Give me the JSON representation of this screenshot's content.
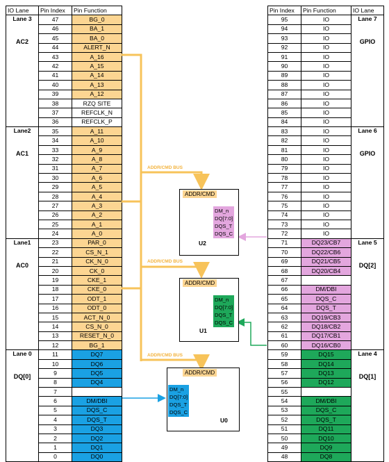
{
  "left_table": {
    "headers": {
      "lane": "IO Lane",
      "index": "Pin Index",
      "function": "Pin Function"
    },
    "lanes": [
      {
        "name": "Lane 3",
        "group": "AC2",
        "rows": 12
      },
      {
        "name": "Lane2",
        "group": "AC1",
        "rows": 12
      },
      {
        "name": "Lane1",
        "group": "AC0",
        "rows": 12
      },
      {
        "name": "Lane 0",
        "group": "DQ[0]",
        "rows": 12
      }
    ],
    "pins": [
      {
        "index": "47",
        "func": "BG_0",
        "color": "addr"
      },
      {
        "index": "46",
        "func": "BA_1",
        "color": "addr"
      },
      {
        "index": "45",
        "func": "BA_0",
        "color": "addr"
      },
      {
        "index": "44",
        "func": "ALERT_N",
        "color": "addr"
      },
      {
        "index": "43",
        "func": "A_16",
        "color": "addr"
      },
      {
        "index": "42",
        "func": "A_15",
        "color": "addr"
      },
      {
        "index": "41",
        "func": "A_14",
        "color": "addr"
      },
      {
        "index": "40",
        "func": "A_13",
        "color": "addr"
      },
      {
        "index": "39",
        "func": "A_12",
        "color": "addr"
      },
      {
        "index": "38",
        "func": "RZQ SITE",
        "color": "none"
      },
      {
        "index": "37",
        "func": "REFCLK_N",
        "color": "none"
      },
      {
        "index": "36",
        "func": "REFCLK_P",
        "color": "none"
      },
      {
        "index": "35",
        "func": "A_11",
        "color": "addr"
      },
      {
        "index": "34",
        "func": "A_10",
        "color": "addr"
      },
      {
        "index": "33",
        "func": "A_9",
        "color": "addr"
      },
      {
        "index": "32",
        "func": "A_8",
        "color": "addr"
      },
      {
        "index": "31",
        "func": "A_7",
        "color": "addr"
      },
      {
        "index": "30",
        "func": "A_6",
        "color": "addr"
      },
      {
        "index": "29",
        "func": "A_5",
        "color": "addr"
      },
      {
        "index": "28",
        "func": "A_4",
        "color": "addr"
      },
      {
        "index": "27",
        "func": "A_3",
        "color": "addr"
      },
      {
        "index": "26",
        "func": "A_2",
        "color": "addr"
      },
      {
        "index": "25",
        "func": "A_1",
        "color": "addr"
      },
      {
        "index": "24",
        "func": "A_0",
        "color": "addr"
      },
      {
        "index": "23",
        "func": "PAR_0",
        "color": "addr"
      },
      {
        "index": "22",
        "func": "CS_N_1",
        "color": "addr"
      },
      {
        "index": "21",
        "func": "CK_N_0",
        "color": "addr"
      },
      {
        "index": "20",
        "func": "CK_0",
        "color": "addr"
      },
      {
        "index": "19",
        "func": "CKE_1",
        "color": "addr"
      },
      {
        "index": "18",
        "func": "CKE_0",
        "color": "addr"
      },
      {
        "index": "17",
        "func": "ODT_1",
        "color": "addr"
      },
      {
        "index": "16",
        "func": "ODT_0",
        "color": "addr"
      },
      {
        "index": "15",
        "func": "ACT_N_0",
        "color": "addr"
      },
      {
        "index": "14",
        "func": "CS_N_0",
        "color": "addr"
      },
      {
        "index": "13",
        "func": "RESET_N_0",
        "color": "addr"
      },
      {
        "index": "12",
        "func": "BG_1",
        "color": "addr"
      },
      {
        "index": "11",
        "func": "DQ7",
        "color": "ddq"
      },
      {
        "index": "10",
        "func": "DQ6",
        "color": "ddq"
      },
      {
        "index": "9",
        "func": "DQ5",
        "color": "ddq"
      },
      {
        "index": "8",
        "func": "DQ4",
        "color": "ddq"
      },
      {
        "index": "7",
        "func": "",
        "color": "none"
      },
      {
        "index": "6",
        "func": "DM/DBI",
        "color": "ddq"
      },
      {
        "index": "5",
        "func": "DQS_C",
        "color": "ddq"
      },
      {
        "index": "4",
        "func": "DQS_T",
        "color": "ddq"
      },
      {
        "index": "3",
        "func": "DQ3",
        "color": "ddq"
      },
      {
        "index": "2",
        "func": "DQ2",
        "color": "ddq"
      },
      {
        "index": "1",
        "func": "DQ1",
        "color": "ddq"
      },
      {
        "index": "0",
        "func": "DQ0",
        "color": "ddq"
      }
    ]
  },
  "right_table": {
    "headers": {
      "lane": "IO Lane",
      "index": "Pin Index",
      "function": "Pin Function"
    },
    "lanes": [
      {
        "name": "Lane 7",
        "group": "GPIO",
        "rows": 12
      },
      {
        "name": "Lane 6",
        "group": "GPIO",
        "rows": 12
      },
      {
        "name": "Lane 5",
        "group": "DQ[2]",
        "rows": 12
      },
      {
        "name": "Lane 4",
        "group": "DQ[1]",
        "rows": 12
      }
    ],
    "pins": [
      {
        "index": "95",
        "func": "IO",
        "color": "none"
      },
      {
        "index": "94",
        "func": "IO",
        "color": "none"
      },
      {
        "index": "93",
        "func": "IO",
        "color": "none"
      },
      {
        "index": "92",
        "func": "IO",
        "color": "none"
      },
      {
        "index": "91",
        "func": "IO",
        "color": "none"
      },
      {
        "index": "90",
        "func": "IO",
        "color": "none"
      },
      {
        "index": "89",
        "func": "IO",
        "color": "none"
      },
      {
        "index": "88",
        "func": "IO",
        "color": "none"
      },
      {
        "index": "87",
        "func": "IO",
        "color": "none"
      },
      {
        "index": "86",
        "func": "IO",
        "color": "none"
      },
      {
        "index": "85",
        "func": "IO",
        "color": "none"
      },
      {
        "index": "84",
        "func": "IO",
        "color": "none"
      },
      {
        "index": "83",
        "func": "IO",
        "color": "none"
      },
      {
        "index": "82",
        "func": "IO",
        "color": "none"
      },
      {
        "index": "81",
        "func": "IO",
        "color": "none"
      },
      {
        "index": "80",
        "func": "IO",
        "color": "none"
      },
      {
        "index": "79",
        "func": "IO",
        "color": "none"
      },
      {
        "index": "78",
        "func": "IO",
        "color": "none"
      },
      {
        "index": "77",
        "func": "IO",
        "color": "none"
      },
      {
        "index": "76",
        "func": "IO",
        "color": "none"
      },
      {
        "index": "75",
        "func": "IO",
        "color": "none"
      },
      {
        "index": "74",
        "func": "IO",
        "color": "none"
      },
      {
        "index": "73",
        "func": "IO",
        "color": "none"
      },
      {
        "index": "72",
        "func": "IO",
        "color": "none"
      },
      {
        "index": "71",
        "func": "DQ23/CB7",
        "color": "pink"
      },
      {
        "index": "70",
        "func": "DQ22/CB6",
        "color": "pink"
      },
      {
        "index": "69",
        "func": "DQ21/CB5",
        "color": "pink"
      },
      {
        "index": "68",
        "func": "DQ20/CB4",
        "color": "pink"
      },
      {
        "index": "67",
        "func": "",
        "color": "none"
      },
      {
        "index": "66",
        "func": "DM/DBI",
        "color": "pink"
      },
      {
        "index": "65",
        "func": "DQS_C",
        "color": "pink"
      },
      {
        "index": "64",
        "func": "DQS_T",
        "color": "pink"
      },
      {
        "index": "63",
        "func": "DQ19/CB3",
        "color": "pink"
      },
      {
        "index": "62",
        "func": "DQ18/CB2",
        "color": "pink"
      },
      {
        "index": "61",
        "func": "DQ17/CB1",
        "color": "pink"
      },
      {
        "index": "60",
        "func": "DQ16/CB0",
        "color": "pink"
      },
      {
        "index": "59",
        "func": "DQ15",
        "color": "cdq"
      },
      {
        "index": "58",
        "func": "DQ14",
        "color": "cdq"
      },
      {
        "index": "57",
        "func": "DQ13",
        "color": "cdq"
      },
      {
        "index": "56",
        "func": "DQ12",
        "color": "cdq"
      },
      {
        "index": "55",
        "func": "",
        "color": "none"
      },
      {
        "index": "54",
        "func": "DM/DBI",
        "color": "cdq"
      },
      {
        "index": "53",
        "func": "DQS_C",
        "color": "cdq"
      },
      {
        "index": "52",
        "func": "DQS_T",
        "color": "cdq"
      },
      {
        "index": "51",
        "func": "DQ11",
        "color": "cdq"
      },
      {
        "index": "50",
        "func": "DQ10",
        "color": "cdq"
      },
      {
        "index": "49",
        "func": "DQ9",
        "color": "cdq"
      },
      {
        "index": "48",
        "func": "DQ8",
        "color": "cdq"
      }
    ]
  },
  "colors": {
    "addr": "#fcd592",
    "ddq": "#1aa1e3",
    "cdq": "#1ea85a",
    "pink": "#e3a6de",
    "none": "#ffffff",
    "bus": "#f7c35a"
  },
  "bus_labels": [
    "ADDR/CMD BUS",
    "ADDR/CMD BUS",
    "ADDR/CMD BUS"
  ],
  "chips": [
    {
      "name": "U2",
      "addr_label": "ADDR/CMD",
      "dq_color": "pink",
      "dq": [
        "DM_n",
        "DQ[7:0]",
        "DQS_T",
        "DQS_C"
      ]
    },
    {
      "name": "U1",
      "addr_label": "ADDR/CMD",
      "dq_color": "cdq",
      "dq": [
        "DM_n",
        "DQ[7:0]",
        "DQS_T",
        "DQS_C"
      ]
    },
    {
      "name": "U0",
      "addr_label": "ADDR/CMD",
      "dq_color": "ddq",
      "dq": [
        "DM_n",
        "DQ[7:0]",
        "DQS_T",
        "DQS_C"
      ]
    }
  ]
}
